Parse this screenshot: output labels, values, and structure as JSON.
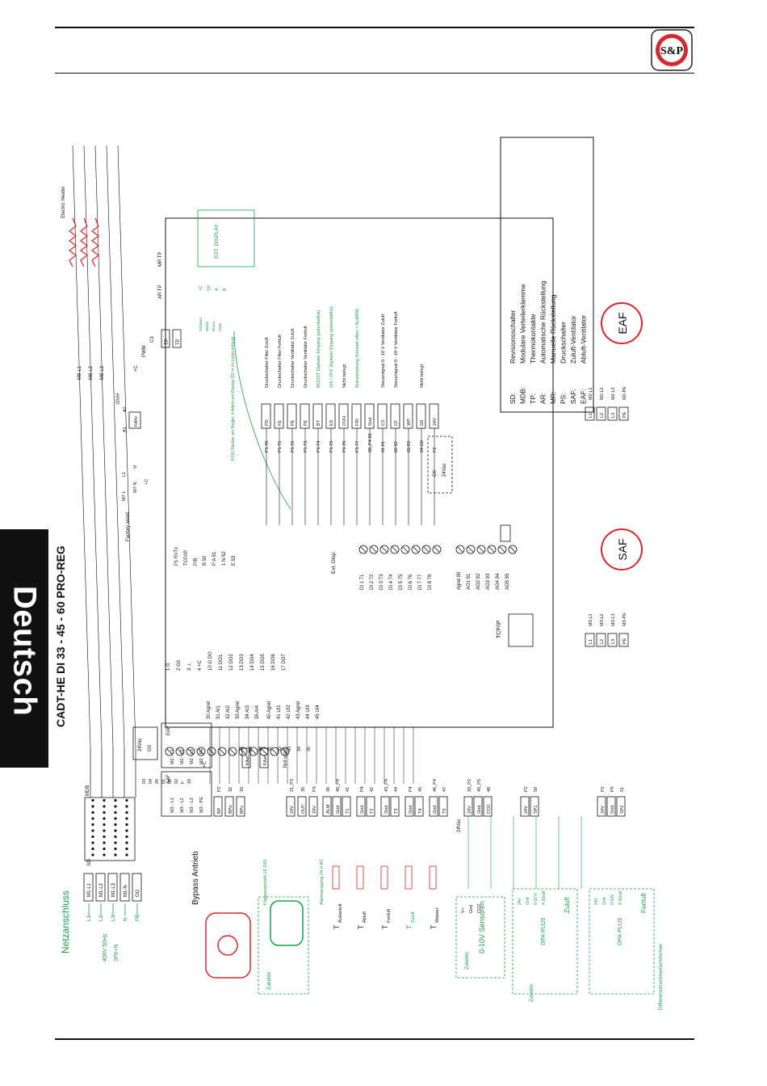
{
  "header": {
    "logo_text": "S&P"
  },
  "side_tab": {
    "label": "Deutsch"
  },
  "diagram": {
    "title": "CADT-HE DI 33 - 45 - 60 PRO-REG",
    "mains": {
      "title": "Netzanschluss",
      "voltage": "400V 50Hz",
      "phases": "3Ph+N",
      "lines": [
        "L1",
        "L2",
        "L3",
        "N",
        "PE"
      ],
      "switch_label": "SD",
      "terminals": [
        "M1-L1",
        "M1-L2",
        "M1-L3",
        "M1-N",
        "GG"
      ],
      "block_label": "MDB"
    },
    "heater": {
      "label": "Electric Heater",
      "supply": [
        "M8-L1",
        "M8-L2",
        "M8-L3"
      ],
      "thermostats": [
        "AR TP",
        "MR TP"
      ],
      "tp_terminals": [
        "TP",
        "TP"
      ],
      "signals": [
        "+C",
        "PWM",
        "C3"
      ],
      "relay": "KAhc",
      "relay_terms": [
        "A1",
        "A2"
      ],
      "ovh": "OVH",
      "supply_terms": [
        "M7-L",
        "M7-N",
        "+C",
        "L1",
        "N"
      ],
      "factory_wired": "Factory wired"
    },
    "controller": {
      "left_top_labels": [
        "P1 RxTx",
        "TCP/IP",
        "P/B"
      ],
      "bus_labels": [
        "B 50",
        "P A 51",
        "1 N 52",
        "E 53"
      ],
      "ext_disp": "Ext. Disp.",
      "di_labels": [
        "DI 1 71",
        "DI 2 72",
        "DI 3 73",
        "DI 4 74",
        "DI 5 75",
        "DI 6 76",
        "DI 7 77",
        "DI 8 78"
      ],
      "ao_labels": [
        "Agnd 90",
        "AO1 91",
        "AO2 92",
        "AO3 93",
        "AO4 94",
        "AO5 95"
      ],
      "do_labels": [
        "1 G",
        "2 G0",
        "3 ⊥",
        "4 +C",
        "10 G  DO",
        "11 DO1",
        "12 DO2",
        "13 DO3",
        "14 DO4",
        "15 DO5",
        "16 DO6",
        "17 DO7"
      ],
      "ai_labels": [
        "30 Agnd",
        "31 AI1",
        "32 AI2",
        "33 Agnd",
        "34 AI3",
        "35 AI4"
      ],
      "ui_labels": [
        "40 Agnd",
        "41 UI1",
        "42 UI2",
        "43 Agnd",
        "44 UI3",
        "45 UI4"
      ],
      "tcpip": "TCP/IP",
      "supply_box": [
        "24Vac",
        "G0"
      ]
    },
    "ext_display": {
      "title": "EXT. DISPLAY",
      "pins": [
        "+C",
        "G0",
        "A",
        "B"
      ],
      "wire_colors": [
        "Schwarz",
        "Weiss",
        "Braun",
        "Grün"
      ],
      "cable_note": "RJ10 Stecker am Regler, 4 Adern am Display (10 m im Lieferumfang)"
    },
    "right_inputs": [
      {
        "terminal": "P1 70",
        "label": "PD",
        "desc": "Druckschalter Filter Zuluft",
        "green": false
      },
      {
        "terminal": "P1 71",
        "label": "FE",
        "desc": "Druckschalter Filter Fortluft",
        "green": false
      },
      {
        "terminal": "P1 72",
        "label": "PE",
        "desc": "Druckschalter Ventilator Zuluft",
        "green": false
      },
      {
        "terminal": "P1 73",
        "label": "PE",
        "desc": "Druckschalter Ventilator Fortluft",
        "green": false
      },
      {
        "terminal": "P1 74",
        "label": "BT",
        "desc": "BOOST Digitaler Eingang (potentialfrei)",
        "green": true
      },
      {
        "terminal": "P1 75",
        "label": "ES",
        "desc": "ON / OFF Digitaler Eingang (potentialfrei)",
        "green": true
      },
      {
        "terminal": "P1 76",
        "label": "OVH",
        "desc": "Nicht belegt",
        "green": false
      },
      {
        "terminal": "P1 77",
        "label": "FRI",
        "desc": "Brandmeldung (Kontakt offen = ALARM)",
        "green": true
      },
      {
        "terminal": "60_P4 90",
        "label": "Gnd",
        "desc": "",
        "green": false
      },
      {
        "terminal": "61 91",
        "label": "CS",
        "desc": "Steuersignal 0 - 10 V Ventilator Zuluft",
        "green": false
      },
      {
        "terminal": "62 92",
        "label": "CF",
        "desc": "Steuersignal 0 - 10 V Ventilator Fortluft",
        "green": false
      },
      {
        "terminal": "63 93",
        "label": "WP",
        "desc": "",
        "green": false
      },
      {
        "terminal": "64 G0",
        "label": "G0",
        "desc": "Nicht belegt",
        "green": false
      },
      {
        "terminal": "F2",
        "label": "24V",
        "desc": "",
        "green": false
      }
    ],
    "supply_24": [
      "G0",
      "24Vac"
    ],
    "legend": [
      {
        "abbr": "SD:",
        "text": "Revisionsschalter"
      },
      {
        "abbr": "MDB:",
        "text": "Modulare Verteilerklemme"
      },
      {
        "abbr": "TP:",
        "text": "Thermokontakte"
      },
      {
        "abbr": "AR:",
        "text": "Automatische Rückstellung"
      },
      {
        "abbr": "MR:",
        "text": "Manuelle Rückstellung"
      },
      {
        "abbr": "PS:",
        "text": "Druckschalter"
      },
      {
        "abbr": "SAF:",
        "text": "Zuluft-Ventilator"
      },
      {
        "abbr": "EAF:",
        "text": "Abluft-Ventilator"
      }
    ],
    "fans": [
      {
        "name": "SAF",
        "terms": [
          "L1",
          "L2",
          "L3",
          "PE"
        ],
        "wires": [
          "M3-L1",
          "M3-L2",
          "M3-L3",
          "M3-PE"
        ]
      },
      {
        "name": "EAF",
        "terms": [
          "L1",
          "L2",
          "L3",
          "PE"
        ],
        "wires": [
          "M2-L1",
          "M2-L2",
          "M2-L3",
          "M2-PE"
        ]
      }
    ],
    "motor_blocks": [
      {
        "name": "SAF",
        "rows": [
          "M3 - L1",
          "M3 - L2",
          "M3 - L3",
          "M3 - PE"
        ]
      },
      {
        "name": "EAF",
        "rows": [
          "M2 - L1",
          "M2 - L2",
          "M2 - L3",
          "M2 - PE"
        ]
      }
    ],
    "bottom": {
      "bypass": {
        "title": "Bypass Antrieb",
        "terms": [
          "BP",
          "BPo",
          "BPc"
        ],
        "nums": [
          "P2",
          "32",
          "33"
        ]
      },
      "damper": {
        "title": "Klappenantrieb LF-24S",
        "tag": "Zubehör",
        "terms": [
          "24V",
          "OUT",
          "24V"
        ],
        "nums": [
          "21_P3",
          "35",
          "P3"
        ]
      },
      "alarm": {
        "label": "Alarmausgang 24 V AC",
        "term": "ALM",
        "num": "36"
      },
      "temps": [
        {
          "label": "T",
          "sub": "Außenluft",
          "terms": [
            "Gnd",
            "T1"
          ],
          "nums": [
            "40_P4",
            "41"
          ]
        },
        {
          "label": "T",
          "sub": "Abluft",
          "terms": [
            "Gnd",
            "T2"
          ],
          "nums": [
            "P4",
            "42"
          ]
        },
        {
          "label": "T",
          "sub": "Fortluft",
          "terms": [
            "Gnd",
            "T3"
          ],
          "nums": [
            "43_P4",
            "44"
          ]
        },
        {
          "label": "T",
          "sub": "Zuluft",
          "terms": [
            "Gnd",
            "T4"
          ],
          "nums": [
            "P4",
            "45"
          ]
        },
        {
          "label": "T",
          "sub": "Wasser",
          "terms": [
            "Gnd",
            "T5"
          ],
          "nums": [
            "46_P4",
            "47"
          ]
        }
      ],
      "sensors": {
        "title": "0-10V Sensoren",
        "tag": "Zubehör",
        "pins": [
          "V+",
          "Gnd",
          "CO2"
        ],
        "terms": [
          "24V",
          "Gnd",
          "CO2"
        ],
        "nums": [
          "20_P2",
          "49_P5",
          "48"
        ]
      },
      "dpa1": {
        "title": "DPA-PLUS",
        "flow": "Zuluft",
        "pins": [
          "24V",
          "Gnd",
          "0-10 V",
          "4-20mA"
        ],
        "terms": [
          "24V",
          "SP1"
        ],
        "nums": [
          "P2",
          "50"
        ]
      },
      "dpa2": {
        "title": "DPA-PLUS",
        "flow": "Fortluft",
        "pins": [
          "24V",
          "Gnd",
          "0-10V",
          "4-20mA"
        ],
        "terms": [
          "24V",
          "Gnd",
          "SP2"
        ],
        "nums": [
          "P2",
          "P5",
          "51"
        ]
      },
      "dpa_caption": "Differenzdruckmeßumformer",
      "dpa_tag": "Zubehör",
      "supply_24": "24Vac",
      "dc_signals": [
        "+C",
        "Not used"
      ],
      "kaef": [
        "KAef",
        "KAef"
      ],
      "kaef_nums": [
        "22",
        "23",
        "30",
        "31",
        "32",
        "33",
        "34",
        "35"
      ],
      "left_nums": [
        "03",
        "04",
        "05",
        "01",
        "00",
        "02",
        "F",
        "20"
      ]
    }
  }
}
